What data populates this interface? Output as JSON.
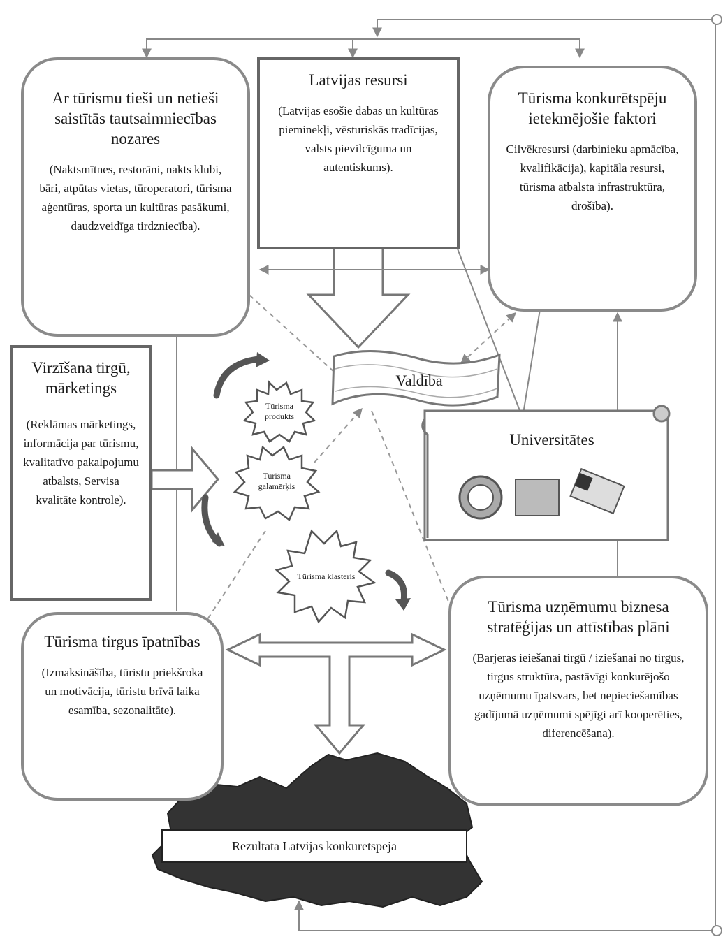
{
  "boxes": {
    "sectors": {
      "title": "Ar tūrismu tieši un netieši saistītās tautsaimniecības nozares",
      "body": "(Naktsmītnes, restorāni, nakts klubi, bāri, atpūtas vietas, tūroperatori, tūrisma aģentūras, sporta un kultūras pasākumi, daudzveidīga tirdzniecība)."
    },
    "resources": {
      "title": "Latvijas resursi",
      "body": "(Latvijas esošie dabas un kultūras pieminekļi, vēsturiskās tradīcijas, valsts pievilcīguma un autentiskums)."
    },
    "factors": {
      "title": "Tūrisma konkurētspēju ietekmējošie faktori",
      "body": "Cilvēkresursi (darbinieku apmācība, kvalifikācija), kapitāla resursi, tūrisma atbalsta infrastruktūra, drošība)."
    },
    "marketing": {
      "title": "Virzīšana tirgū, mārketings",
      "body": "(Reklāmas mārketings, informācija par tūrismu, kvalitatīvo pakalpojumu atbalsts, Servisa kvalitāte kontrole)."
    },
    "market": {
      "title": "Tūrisma tirgus īpatnības",
      "body": "(Izmaksināšība, tūristu priekšroka un motivācija, tūristu brīvā laika esamība, sezonalitāte)."
    },
    "business": {
      "title": "Tūrisma uzņēmumu biznesa stratēģijas un attīstības plāni",
      "body": "(Barjeras ieiešanai tirgū / iziešanai no tirgus, tirgus struktūra, pastāvīgi konkurējošo uzņēmumu īpatsvars, bet nepieciešamības gadījumā uzņēmumi spējīgi arī kooperēties, diferencēšana)."
    }
  },
  "government": {
    "label": "Valdība"
  },
  "universities": {
    "label": "Universitātes"
  },
  "stars": {
    "products": "Tūrisma produkts",
    "destination": "Tūrisma galamērķis",
    "clusters": "Tūrisma klasteris"
  },
  "result": {
    "label": "Rezultātā Latvijas konkurētspēja"
  },
  "colors": {
    "border": "#8a8a8a",
    "dark_fill": "#333333",
    "arrow": "#888888",
    "dashed": "#999999"
  }
}
